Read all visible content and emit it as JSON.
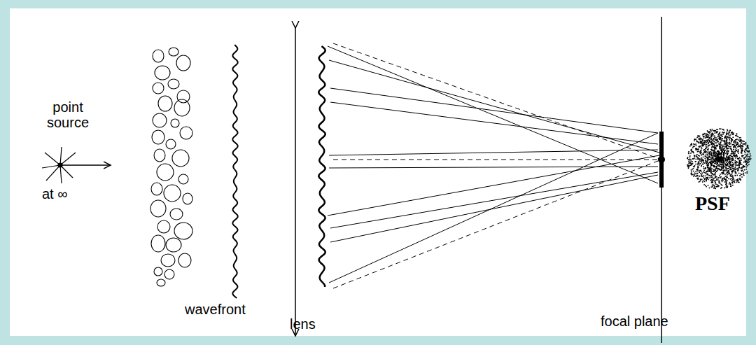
{
  "diagram": {
    "labels": [
      "point source",
      "at ∞",
      "wavefront",
      "lens",
      "focal plane",
      "PSF"
    ]
  }
}
